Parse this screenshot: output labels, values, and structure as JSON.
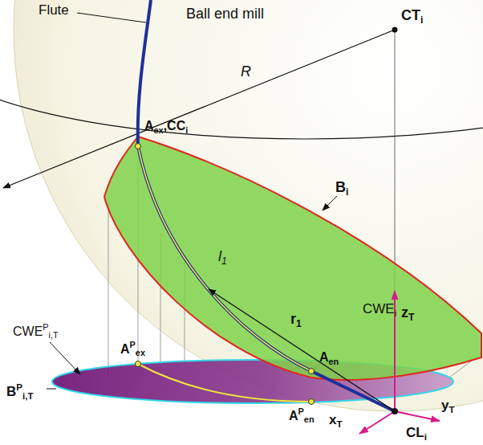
{
  "diagram": {
    "labels": [
      "Flute",
      "Ball end mill",
      "CTi",
      "R",
      "Aex,CCi",
      "Bi",
      "l1",
      "r1",
      "CWEi",
      "zT",
      "CWEPi,T",
      "APex",
      "BPi,T",
      "Aen",
      "APen",
      "xT",
      "yT",
      "CLi"
    ]
  }
}
